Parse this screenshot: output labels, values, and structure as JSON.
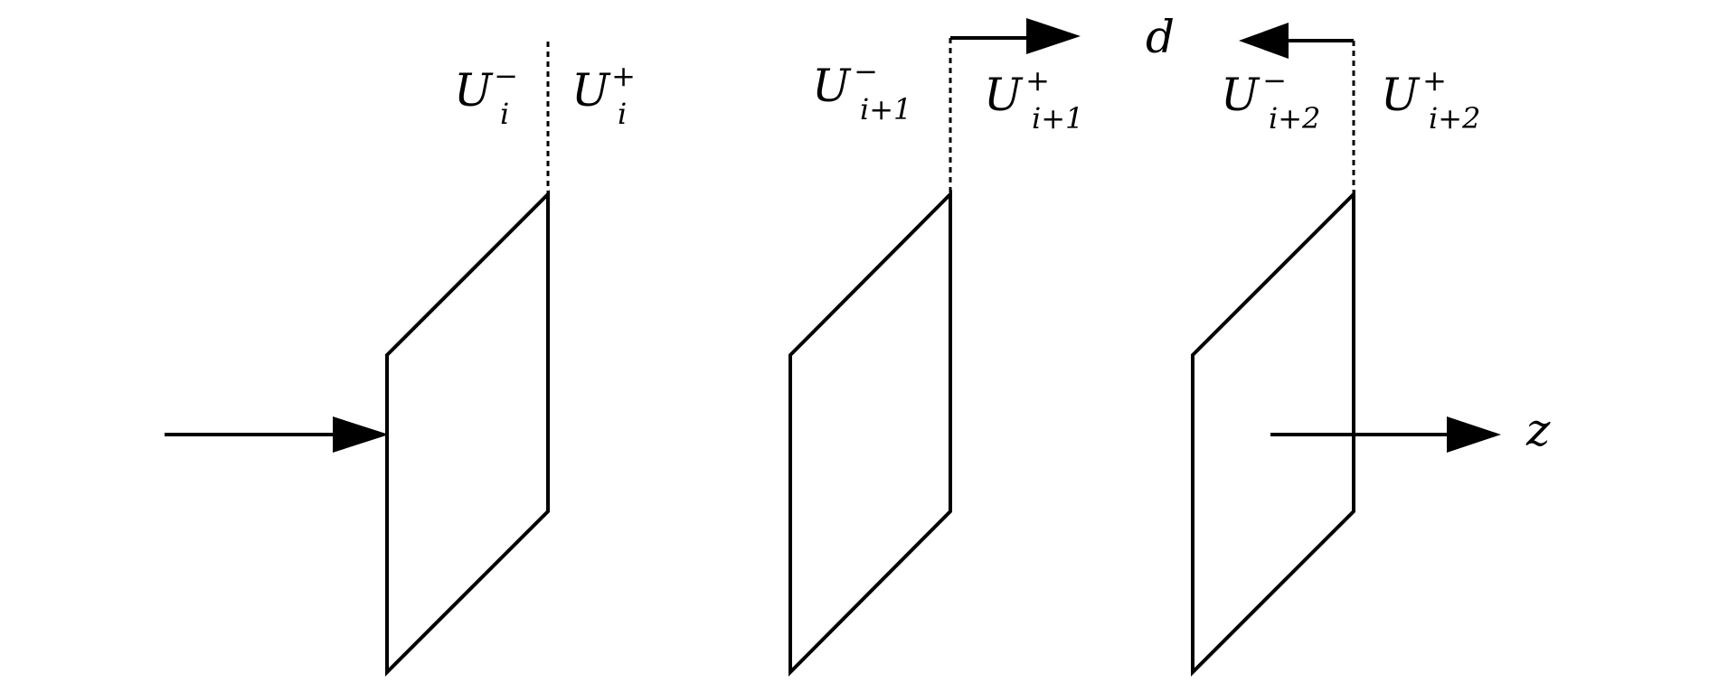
{
  "planes": [
    {
      "id": "i",
      "left_label": {
        "base": "U",
        "sup": "−",
        "sub": "i"
      },
      "right_label": {
        "base": "U",
        "sup": "+",
        "sub": "i"
      }
    },
    {
      "id": "i+1",
      "left_label": {
        "base": "U",
        "sup": "−",
        "sub": "i+1"
      },
      "right_label": {
        "base": "U",
        "sup": "+",
        "sub": "i+1"
      }
    },
    {
      "id": "i+2",
      "left_label": {
        "base": "U",
        "sup": "−",
        "sub": "i+2"
      },
      "right_label": {
        "base": "U",
        "sup": "+",
        "sub": "i+2"
      }
    }
  ],
  "distance_label": "d",
  "axis_label": "z",
  "colors": {
    "stroke": "#000000",
    "background": "#ffffff"
  }
}
